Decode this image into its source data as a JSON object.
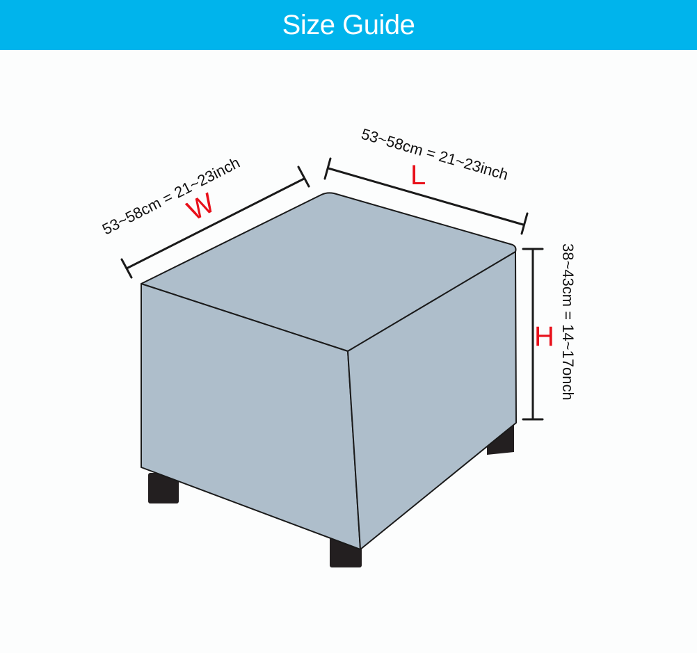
{
  "header": {
    "title": "Size Guide",
    "background": "#00b4ec"
  },
  "colors": {
    "accent": "#e8101a",
    "cover_face": "#aebecb",
    "legs": "#231f20",
    "outline": "#1a1a1a",
    "page_background": "#fcfdfd"
  },
  "dimensions": {
    "width": {
      "letter": "W",
      "measure": "53~58cm = 21~23inch"
    },
    "length": {
      "letter": "L",
      "measure": "53~58cm = 21~23inch"
    },
    "height": {
      "letter": "H",
      "measure": "38~43cm = 14~17onch"
    }
  }
}
